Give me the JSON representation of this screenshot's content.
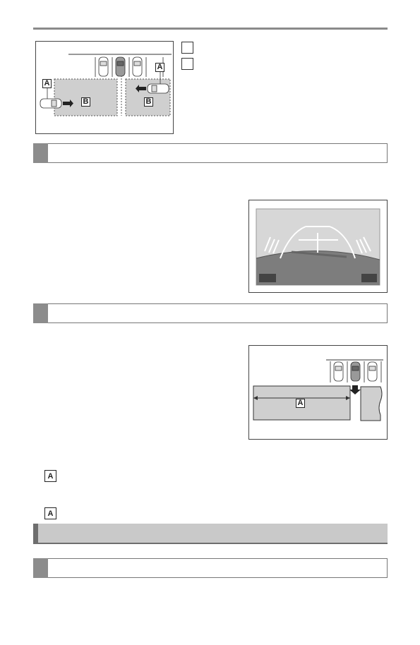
{
  "figure1": {
    "label_a": "A",
    "label_b": "B"
  },
  "figure2": {},
  "figure3": {
    "label_a": "A"
  },
  "text_markers": {
    "first": "A",
    "second": "A"
  },
  "colors": {
    "rule": "#8a8a8a",
    "zone_fill": "#cfcfcf",
    "header_tab": "#8c8c8c",
    "band_fill": "#c9c9c9",
    "band_accent": "#6e6e6e"
  }
}
